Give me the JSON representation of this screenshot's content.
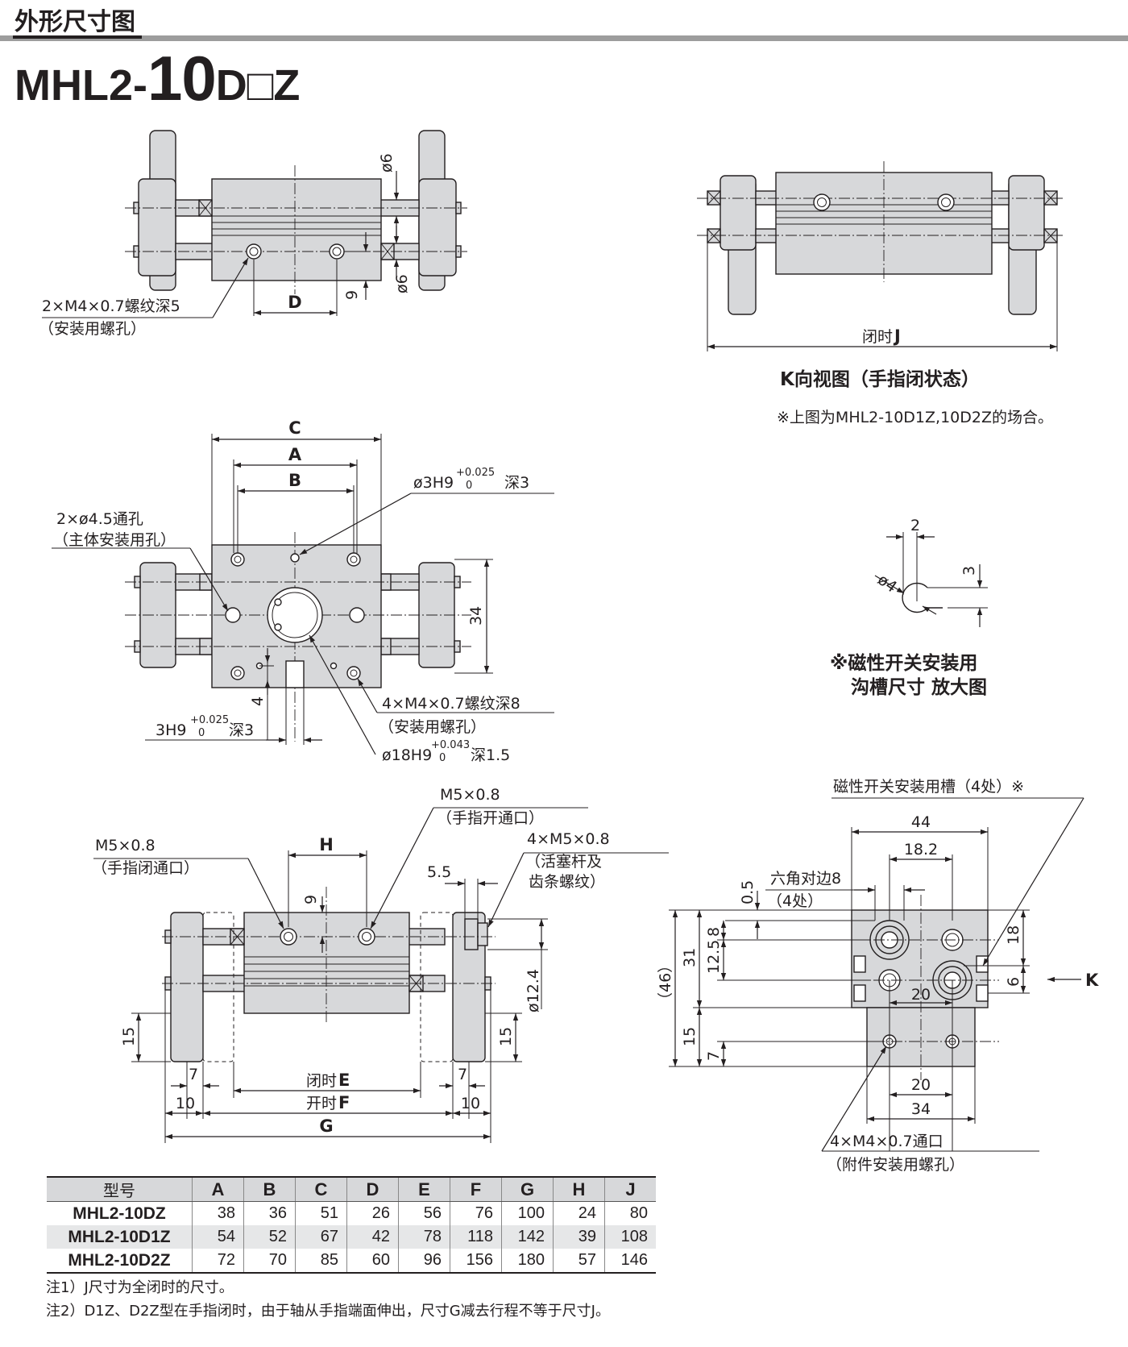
{
  "header": {
    "section_title": "外形尺寸图"
  },
  "model": {
    "prefix": "MHL2-",
    "size": "10",
    "suffix": "D□Z"
  },
  "labels": {
    "d_mount_line1": "2×M4×0.7螺纹深5",
    "d_mount_line2": "（安装用螺孔）",
    "dim_D": "D",
    "dim_9": "9",
    "dim_6a": "ø6",
    "dim_6b": "ø6",
    "closed_J_prefix": "闭时",
    "closed_J": "J",
    "k_view_title": "K向视图（手指闭状态）",
    "k_view_note": "※上图为MHL2-10D1Z,10D2Z的场合。",
    "dim_C": "C",
    "dim_A": "A",
    "dim_B": "B",
    "hole_3h9_main": "ø3H9",
    "hole_3h9_tol_up": "+0.025",
    "hole_3h9_tol_low": "0",
    "hole_3h9_depth": "深3",
    "through_line1": "2×ø4.5通孔",
    "through_line2": "（主体安装用孔）",
    "dim_34_side": "34",
    "dim_4": "4",
    "tap_line1": "4×M4×0.7螺纹深8",
    "tap_line2": "（安装用螺孔）",
    "slot_3h9": "3H9",
    "slot_tol_up": "+0.025",
    "slot_tol_low": "0",
    "slot_depth": "深3",
    "bore_18h9": "ø18H9",
    "bore_tol_up": "+0.043",
    "bore_tol_low": "0",
    "bore_depth": "深1.5",
    "groove_2": "2",
    "groove_3": "3",
    "groove_4": "ø4",
    "groove_title1": "※磁性开关安装用",
    "groove_title2": "沟槽尺寸  放大图",
    "port_open_size": "M5×0.8",
    "port_open_desc": "（手指开通口）",
    "port_close_size": "M5×0.8",
    "port_close_desc": "（手指闭通口）",
    "dim_H": "H",
    "rod_thread_size": "4×M5×0.8",
    "rod_thread_desc1": "（活塞杆及",
    "rod_thread_desc2": "齿条螺纹）",
    "dim_5_5": "5.5",
    "dim_9b": "9",
    "dim_12_4": "ø12.4",
    "dim_15a": "15",
    "dim_15b": "15",
    "dim_7a": "7",
    "dim_7b": "7",
    "dim_10a": "10",
    "dim_10b": "10",
    "closed_E_prefix": "闭时",
    "closed_E": "E",
    "open_F_prefix": "开时",
    "open_F": "F",
    "dim_G": "G",
    "switch_groove": "磁性开关安装用槽（4处）※",
    "dim_44": "44",
    "dim_18_2": "18.2",
    "hex_line1": "六角对边8",
    "hex_line2": "（4处）",
    "dim_0_5": "0.5",
    "dim_8": "8",
    "dim_12_5": "12.5",
    "dim_31": "31",
    "dim_46": "（46）",
    "dim_18": "18",
    "dim_6": "6",
    "arrow_K": "K",
    "dim_20a": "20",
    "dim_15c": "15",
    "dim_7c": "7",
    "dim_20b": "20",
    "dim_34b": "34",
    "acc_line1": "4×M4×0.7通口",
    "acc_line2": "（附件安装用螺孔）"
  },
  "table": {
    "headers": [
      "型号",
      "A",
      "B",
      "C",
      "D",
      "E",
      "F",
      "G",
      "H",
      "J"
    ],
    "rows": [
      [
        "MHL2-10DZ",
        "38",
        "36",
        "51",
        "26",
        "56",
        "76",
        "100",
        "24",
        "80"
      ],
      [
        "MHL2-10D1Z",
        "54",
        "52",
        "67",
        "42",
        "78",
        "118",
        "142",
        "39",
        "108"
      ],
      [
        "MHL2-10D2Z",
        "72",
        "70",
        "85",
        "60",
        "96",
        "156",
        "180",
        "57",
        "146"
      ]
    ]
  },
  "notes": [
    "注1）J尺寸为全闭时的尺寸。",
    "注2）D1Z、D2Z型在手指闭时，由于轴从手指端面伸出，尺寸G减去行程不等于尺寸J。"
  ]
}
